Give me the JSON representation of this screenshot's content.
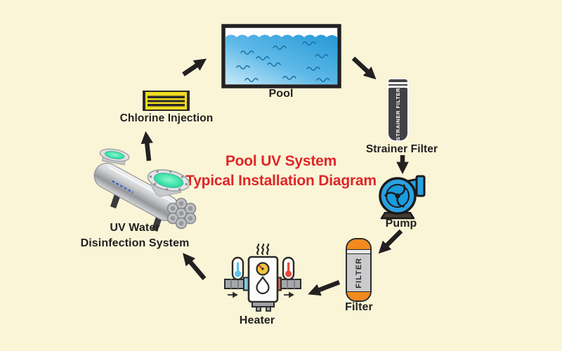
{
  "title": {
    "line1": "Pool UV System",
    "line2": "Typical Installation Diagram",
    "color": "#DE2629"
  },
  "nodes": {
    "pool": {
      "label": "Pool"
    },
    "chlorine": {
      "label": "Chlorine Injection"
    },
    "strainer": {
      "label": "Strainer Filter",
      "device_text": "STRAINER FILTER"
    },
    "pump": {
      "label": "Pump"
    },
    "filter": {
      "label": "Filter",
      "device_text": "FILTER"
    },
    "heater": {
      "label": "Heater"
    },
    "uv": {
      "label_line1": "UV Water",
      "label_line2": "Disinfection System"
    }
  },
  "flow_sequence": [
    "Pool",
    "Strainer Filter",
    "Pump",
    "Filter",
    "Heater",
    "UV Water Disinfection System",
    "Chlorine Injection",
    "Pool"
  ],
  "colors": {
    "background": "#FAF5D7",
    "title_red": "#DE2629",
    "arrow_black": "#232021",
    "pool_water_blue": "#2AA0DF",
    "pool_wave_line": "#19719F",
    "pump_blue": "#2AA1E2",
    "filter_cap_orange": "#F28A1E",
    "chlorine_yellow": "#F0DC1F",
    "uv_port_teal": "#35E3A6",
    "strainer_dark": "#424144",
    "heater_cold_blue": "#7FCBE8",
    "heater_hot_red": "#E8493C"
  }
}
